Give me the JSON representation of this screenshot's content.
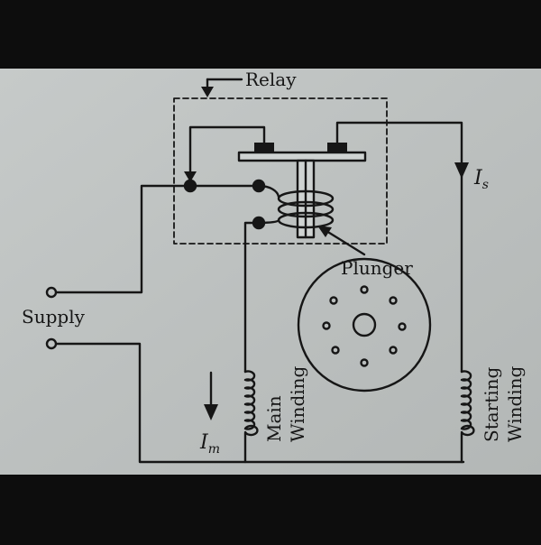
{
  "labels": {
    "relay": "Relay",
    "is_symbol": "I",
    "is_sub": "s",
    "plunger": "Plunger",
    "supply": "Supply",
    "im_symbol": "I",
    "im_sub": "m",
    "main_winding_1": "Main",
    "main_winding_2": "Winding",
    "starting_winding_1": "Starting",
    "starting_winding_2": "Winding"
  },
  "colors": {
    "paper": "#bfc3c2",
    "ink": "#161616",
    "frame": "#0d0d0d"
  },
  "icons": {
    "coil": "inductor-coil-icon",
    "arrow": "current-arrow-icon",
    "terminal": "terminal-circle-icon"
  }
}
